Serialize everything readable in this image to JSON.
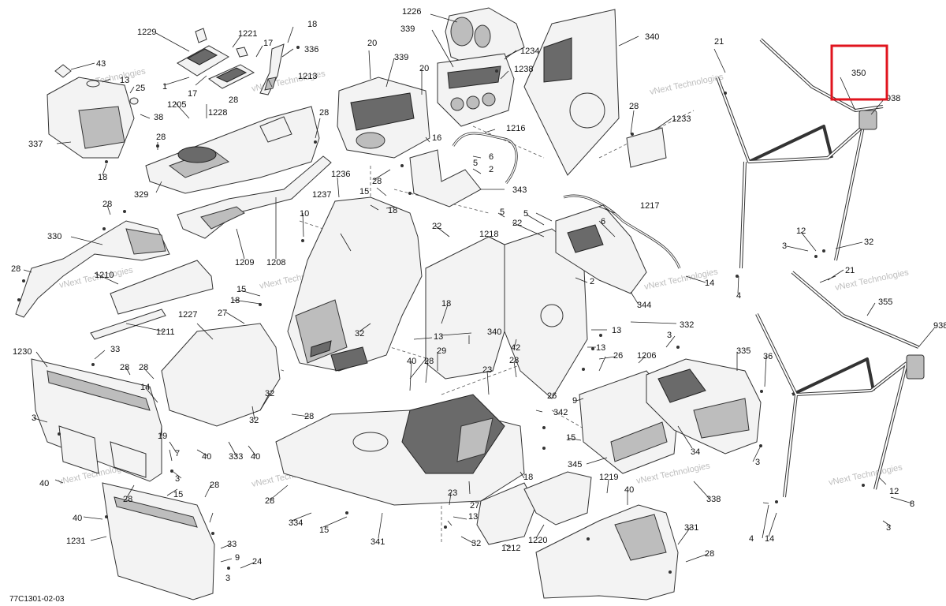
{
  "diagram": {
    "reference_code": "77C1301-02-03",
    "watermark": "vNext Technologies",
    "highlight_color": "#e0141e",
    "highlighted_callout": "350",
    "callouts": [
      {
        "id": "c18a",
        "label": "18"
      },
      {
        "id": "c1226",
        "label": "1226"
      },
      {
        "id": "c340a",
        "label": "340"
      },
      {
        "id": "c1229",
        "label": "1229"
      },
      {
        "id": "c1221",
        "label": "1221"
      },
      {
        "id": "c17a",
        "label": "17"
      },
      {
        "id": "c336",
        "label": "336"
      },
      {
        "id": "c339a",
        "label": "339"
      },
      {
        "id": "c1234",
        "label": "1234"
      },
      {
        "id": "c43",
        "label": "43"
      },
      {
        "id": "c13a",
        "label": "13"
      },
      {
        "id": "c25",
        "label": "25"
      },
      {
        "id": "c1a",
        "label": "1"
      },
      {
        "id": "c17b",
        "label": "17"
      },
      {
        "id": "c1213",
        "label": "1213"
      },
      {
        "id": "c20a",
        "label": "20"
      },
      {
        "id": "c339b",
        "label": "339"
      },
      {
        "id": "c20b",
        "label": "20"
      },
      {
        "id": "c1238",
        "label": "1238"
      },
      {
        "id": "c21a",
        "label": "21"
      },
      {
        "id": "c350",
        "label": "350"
      },
      {
        "id": "c938a",
        "label": "938"
      },
      {
        "id": "c28a",
        "label": "28"
      },
      {
        "id": "c38",
        "label": "38"
      },
      {
        "id": "c1205",
        "label": "1205"
      },
      {
        "id": "c1228",
        "label": "1228"
      },
      {
        "id": "c28b",
        "label": "28"
      },
      {
        "id": "c28c",
        "label": "28"
      },
      {
        "id": "c1233",
        "label": "1233"
      },
      {
        "id": "c337",
        "label": "337"
      },
      {
        "id": "c28d",
        "label": "28"
      },
      {
        "id": "c16a",
        "label": "16"
      },
      {
        "id": "c1216",
        "label": "1216"
      },
      {
        "id": "c6a",
        "label": "6"
      },
      {
        "id": "c2a",
        "label": "2"
      },
      {
        "id": "c18b",
        "label": "18"
      },
      {
        "id": "c329",
        "label": "329"
      },
      {
        "id": "c28e",
        "label": "28"
      },
      {
        "id": "c1236",
        "label": "1236"
      },
      {
        "id": "c343",
        "label": "343"
      },
      {
        "id": "c15a",
        "label": "15"
      },
      {
        "id": "c18c",
        "label": "18"
      },
      {
        "id": "c5a",
        "label": "5"
      },
      {
        "id": "c28f",
        "label": "28"
      },
      {
        "id": "c1237",
        "label": "1237"
      },
      {
        "id": "c10",
        "label": "10"
      },
      {
        "id": "c1217",
        "label": "1217"
      },
      {
        "id": "c22a",
        "label": "22"
      },
      {
        "id": "c1218",
        "label": "1218"
      },
      {
        "id": "c22b",
        "label": "22"
      },
      {
        "id": "c5b",
        "label": "5"
      },
      {
        "id": "c6b",
        "label": "6"
      },
      {
        "id": "c12a",
        "label": "12"
      },
      {
        "id": "c3a",
        "label": "3"
      },
      {
        "id": "c32a",
        "label": "32"
      },
      {
        "id": "c330",
        "label": "330"
      },
      {
        "id": "c1209",
        "label": "1209"
      },
      {
        "id": "c1208",
        "label": "1208"
      },
      {
        "id": "c28g",
        "label": "28"
      },
      {
        "id": "c1210",
        "label": "1210"
      },
      {
        "id": "c2b",
        "label": "2"
      },
      {
        "id": "c14a",
        "label": "14"
      },
      {
        "id": "c21b",
        "label": "21"
      },
      {
        "id": "c15b",
        "label": "15"
      },
      {
        "id": "c18d",
        "label": "18"
      },
      {
        "id": "c18e",
        "label": "18"
      },
      {
        "id": "c344",
        "label": "344"
      },
      {
        "id": "c4a",
        "label": "4"
      },
      {
        "id": "c1227",
        "label": "1227"
      },
      {
        "id": "c27a",
        "label": "27"
      },
      {
        "id": "c1211",
        "label": "1211"
      },
      {
        "id": "c32b",
        "label": "32"
      },
      {
        "id": "c13b",
        "label": "13"
      },
      {
        "id": "c340b",
        "label": "340"
      },
      {
        "id": "c332",
        "label": "332"
      },
      {
        "id": "c13c",
        "label": "13"
      },
      {
        "id": "c355",
        "label": "355"
      },
      {
        "id": "c938b",
        "label": "938"
      },
      {
        "id": "c42",
        "label": "42"
      },
      {
        "id": "c3b",
        "label": "3"
      },
      {
        "id": "c1230",
        "label": "1230"
      },
      {
        "id": "c33a",
        "label": "33"
      },
      {
        "id": "c29",
        "label": "29"
      },
      {
        "id": "c26a",
        "label": "26"
      },
      {
        "id": "c1206",
        "label": "1206"
      },
      {
        "id": "c13d",
        "label": "13"
      },
      {
        "id": "c335",
        "label": "335"
      },
      {
        "id": "c36",
        "label": "36"
      },
      {
        "id": "c28h",
        "label": "28"
      },
      {
        "id": "c28i",
        "label": "28"
      },
      {
        "id": "c40a",
        "label": "40"
      },
      {
        "id": "c28j",
        "label": "28"
      },
      {
        "id": "c23a",
        "label": "23"
      },
      {
        "id": "c28k",
        "label": "28"
      },
      {
        "id": "c14b",
        "label": "14"
      },
      {
        "id": "c32c",
        "label": "32"
      },
      {
        "id": "c9",
        "label": "9"
      },
      {
        "id": "c26b",
        "label": "26"
      },
      {
        "id": "c3c",
        "label": "3"
      },
      {
        "id": "c32d",
        "label": "32"
      },
      {
        "id": "c28l",
        "label": "28"
      },
      {
        "id": "c342",
        "label": "342"
      },
      {
        "id": "c19",
        "label": "19"
      },
      {
        "id": "c333",
        "label": "333"
      },
      {
        "id": "c40b",
        "label": "40"
      },
      {
        "id": "c7",
        "label": "7"
      },
      {
        "id": "c40c",
        "label": "40"
      },
      {
        "id": "c15c",
        "label": "15"
      },
      {
        "id": "c34",
        "label": "34"
      },
      {
        "id": "c3d",
        "label": "3"
      },
      {
        "id": "c345",
        "label": "345"
      },
      {
        "id": "c3e",
        "label": "3"
      },
      {
        "id": "c40d",
        "label": "40"
      },
      {
        "id": "c28m",
        "label": "28"
      },
      {
        "id": "c18f",
        "label": "18"
      },
      {
        "id": "c338",
        "label": "338"
      },
      {
        "id": "c28n",
        "label": "28"
      },
      {
        "id": "c15d",
        "label": "15"
      },
      {
        "id": "c28o",
        "label": "28"
      },
      {
        "id": "c1219",
        "label": "1219"
      },
      {
        "id": "c40e",
        "label": "40"
      },
      {
        "id": "c23b",
        "label": "23"
      },
      {
        "id": "c12b",
        "label": "12"
      },
      {
        "id": "c8",
        "label": "8"
      },
      {
        "id": "c27b",
        "label": "27"
      },
      {
        "id": "c40f",
        "label": "40"
      },
      {
        "id": "c334",
        "label": "334"
      },
      {
        "id": "c15e",
        "label": "15"
      },
      {
        "id": "c13e",
        "label": "13"
      },
      {
        "id": "c1220",
        "label": "1220"
      },
      {
        "id": "c331",
        "label": "331"
      },
      {
        "id": "c3f",
        "label": "3"
      },
      {
        "id": "c4b",
        "label": "4"
      },
      {
        "id": "c14c",
        "label": "14"
      },
      {
        "id": "c1231",
        "label": "1231"
      },
      {
        "id": "c33b",
        "label": "33"
      },
      {
        "id": "c9b",
        "label": "9"
      },
      {
        "id": "c24",
        "label": "24"
      },
      {
        "id": "c341",
        "label": "341"
      },
      {
        "id": "c32e",
        "label": "32"
      },
      {
        "id": "c1212",
        "label": "1212"
      },
      {
        "id": "c28p",
        "label": "28"
      },
      {
        "id": "c5c",
        "label": "5"
      },
      {
        "id": "c3g",
        "label": "3"
      }
    ]
  }
}
